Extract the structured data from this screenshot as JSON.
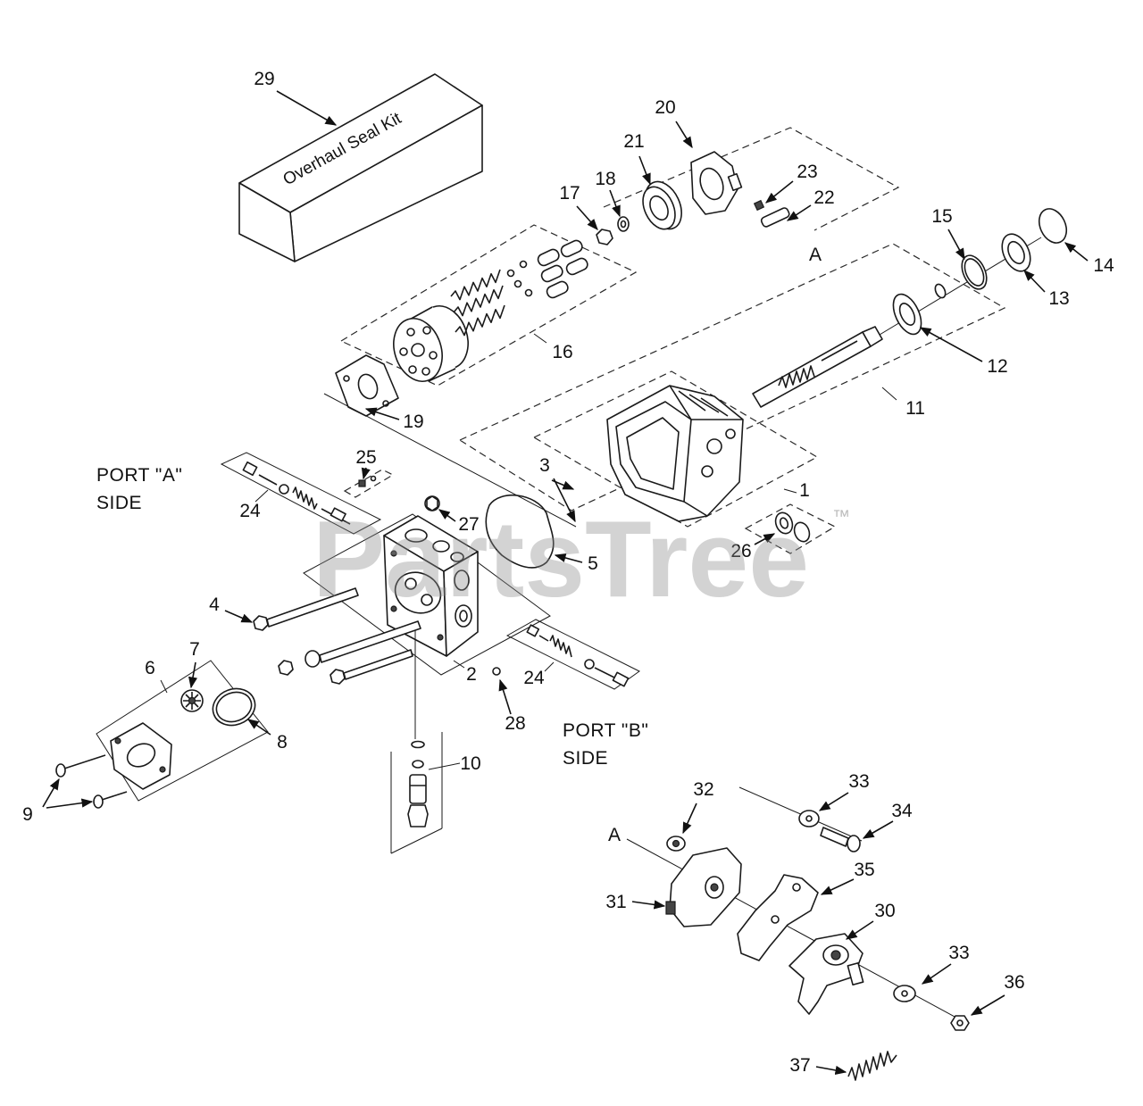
{
  "diagram": {
    "seal_kit_label": "Overhaul Seal Kit",
    "port_a": {
      "line1": "PORT \"A\"",
      "line2": "SIDE"
    },
    "port_b": {
      "line1": "PORT \"B\"",
      "line2": "SIDE"
    },
    "reference_marks": {
      "upper": "A",
      "lower": "A"
    },
    "callouts": {
      "c1": "1",
      "c2": "2",
      "c3": "3",
      "c4": "4",
      "c5": "5",
      "c6": "6",
      "c7": "7",
      "c8": "8",
      "c9": "9",
      "c10": "10",
      "c11": "11",
      "c12": "12",
      "c13": "13",
      "c14": "14",
      "c15": "15",
      "c16": "16",
      "c17": "17",
      "c18": "18",
      "c19": "19",
      "c20": "20",
      "c21": "21",
      "c22": "22",
      "c23": "23",
      "c24_port_a": "24",
      "c24_port_b": "24",
      "c25": "25",
      "c26": "26",
      "c27": "27",
      "c28": "28",
      "c29": "29",
      "c30": "30",
      "c31": "31",
      "c32": "32",
      "c33_upper": "33",
      "c33_lower": "33",
      "c34": "34",
      "c35": "35",
      "c36": "36",
      "c37": "37"
    }
  },
  "watermark": {
    "text": "PartsTree",
    "trademark": "™"
  }
}
